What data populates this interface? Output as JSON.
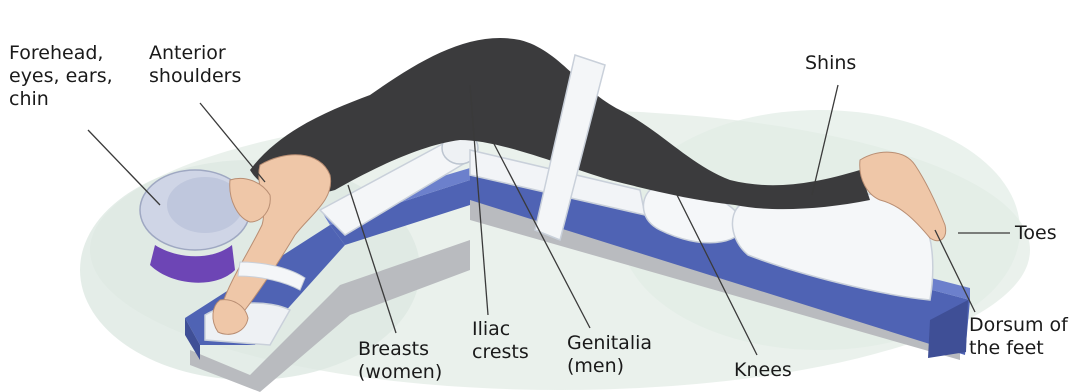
{
  "diagram": {
    "labels": {
      "forehead": "Forehead,\neyes, ears,\nchin",
      "shoulders": "Anterior\nshoulders",
      "shins": "Shins",
      "toes": "Toes",
      "dorsum": "Dorsum of\nthe feet",
      "knees": "Knees",
      "genitalia": "Genitalia\n(men)",
      "iliac": "Iliac\ncrests",
      "breasts": "Breasts\n(women)"
    },
    "colors": {
      "table_blue": "#4f63b4",
      "table_blue_top": "#6c80cc",
      "pad_white": "#f4f6f8",
      "suit_dark": "#3b3b3d",
      "skin": "#efc7a8",
      "head_pad": "#cfd5e6",
      "head_ring": "#6d45b5",
      "background_wash": "#e4eee8"
    }
  }
}
